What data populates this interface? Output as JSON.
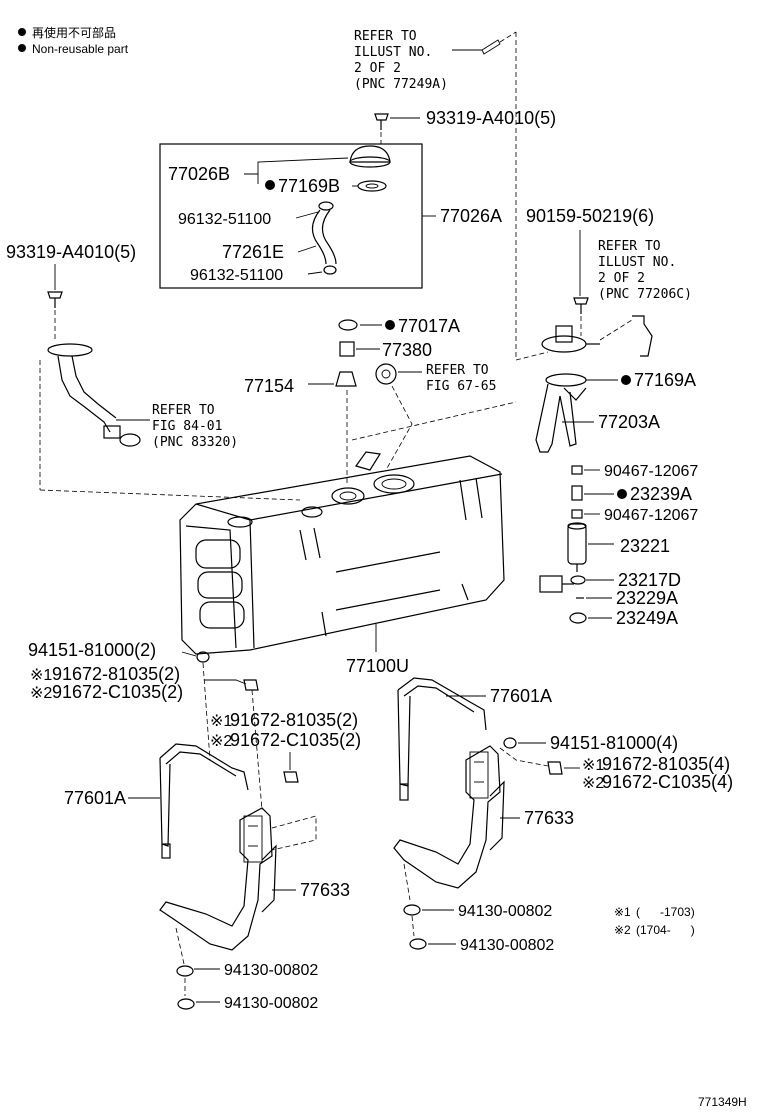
{
  "legend": {
    "jp": "再使用不可部品",
    "en": "Non-reusable part"
  },
  "notes": {
    "refer_top": [
      "REFER TO",
      "ILLUST NO.",
      "2 OF 2",
      "(PNC 77249A)"
    ],
    "refer_right": [
      "REFER TO",
      "ILLUST NO.",
      "2 OF 2",
      "(PNC 77206C)"
    ],
    "refer_fig6765": [
      "REFER TO",
      "FIG 67-65"
    ],
    "refer_fig8401": [
      "REFER TO",
      "FIG 84-01",
      "(PNC 83320)"
    ]
  },
  "parts": {
    "p93319_top": "93319-A4010(5)",
    "p77026B": "77026B",
    "p77169B": "77169B",
    "p96132_a": "96132-51100",
    "p77026A": "77026A",
    "p77261E": "77261E",
    "p96132_b": "96132-51100",
    "p93319_left": "93319-A4010(5)",
    "p90159": "90159-50219(6)",
    "p77017A": "77017A",
    "p77380": "77380",
    "p77154": "77154",
    "p77169A": "77169A",
    "p77203A": "77203A",
    "p90467_a": "90467-12067",
    "p23239A": "23239A",
    "p90467_b": "90467-12067",
    "p23221": "23221",
    "p23217D": "23217D",
    "p23229A": "23229A",
    "p23249A": "23249A",
    "p77100U": "77100U",
    "p94151_left": "94151-81000(2)",
    "p91672_81035_left": "91672-81035(2)",
    "p91672_C1035_left": "91672-C1035(2)",
    "p91672_81035_mid": "91672-81035(2)",
    "p91672_C1035_mid": "91672-C1035(2)",
    "p77601A_right": "77601A",
    "p94151_right": "94151-81000(4)",
    "p91672_81035_right": "91672-81035(4)",
    "p91672_C1035_right": "91672-C1035(4)",
    "p77601A_left": "77601A",
    "p77633_right": "77633",
    "p77633_left": "77633",
    "p94130_r1": "94130-00802",
    "p94130_r2": "94130-00802",
    "p94130_l1": "94130-00802",
    "p94130_l2": "94130-00802"
  },
  "marks": {
    "m1": "※1",
    "m2": "※2"
  },
  "footnotes": {
    "f1_mark": "※1",
    "f1_range": "(      -1703)",
    "f2_mark": "※2",
    "f2_range": "(1704-      )"
  },
  "diagram_id": "771349H"
}
